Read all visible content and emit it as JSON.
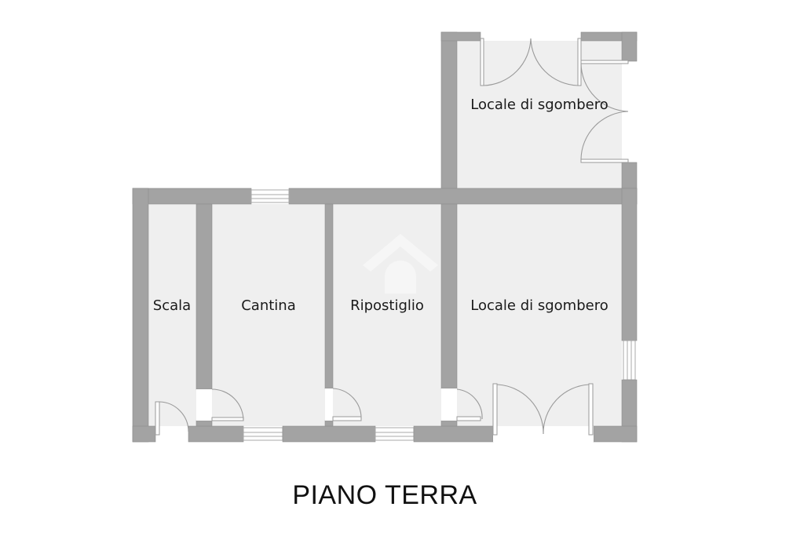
{
  "plan": {
    "title": "PIANO TERRA",
    "colors": {
      "wall": "#a3a3a3",
      "room_fill": "#efefef",
      "background": "#ffffff",
      "text": "#1a1a1a"
    },
    "rooms": [
      {
        "id": "scala",
        "label": "Scala"
      },
      {
        "id": "cantina",
        "label": "Cantina"
      },
      {
        "id": "ripostiglio",
        "label": "Ripostiglio"
      },
      {
        "id": "locale-lower",
        "label": "Locale di sgombero"
      },
      {
        "id": "locale-upper",
        "label": "Locale di sgombero"
      }
    ],
    "icons": {
      "watermark": "house-logo-watermark"
    }
  }
}
